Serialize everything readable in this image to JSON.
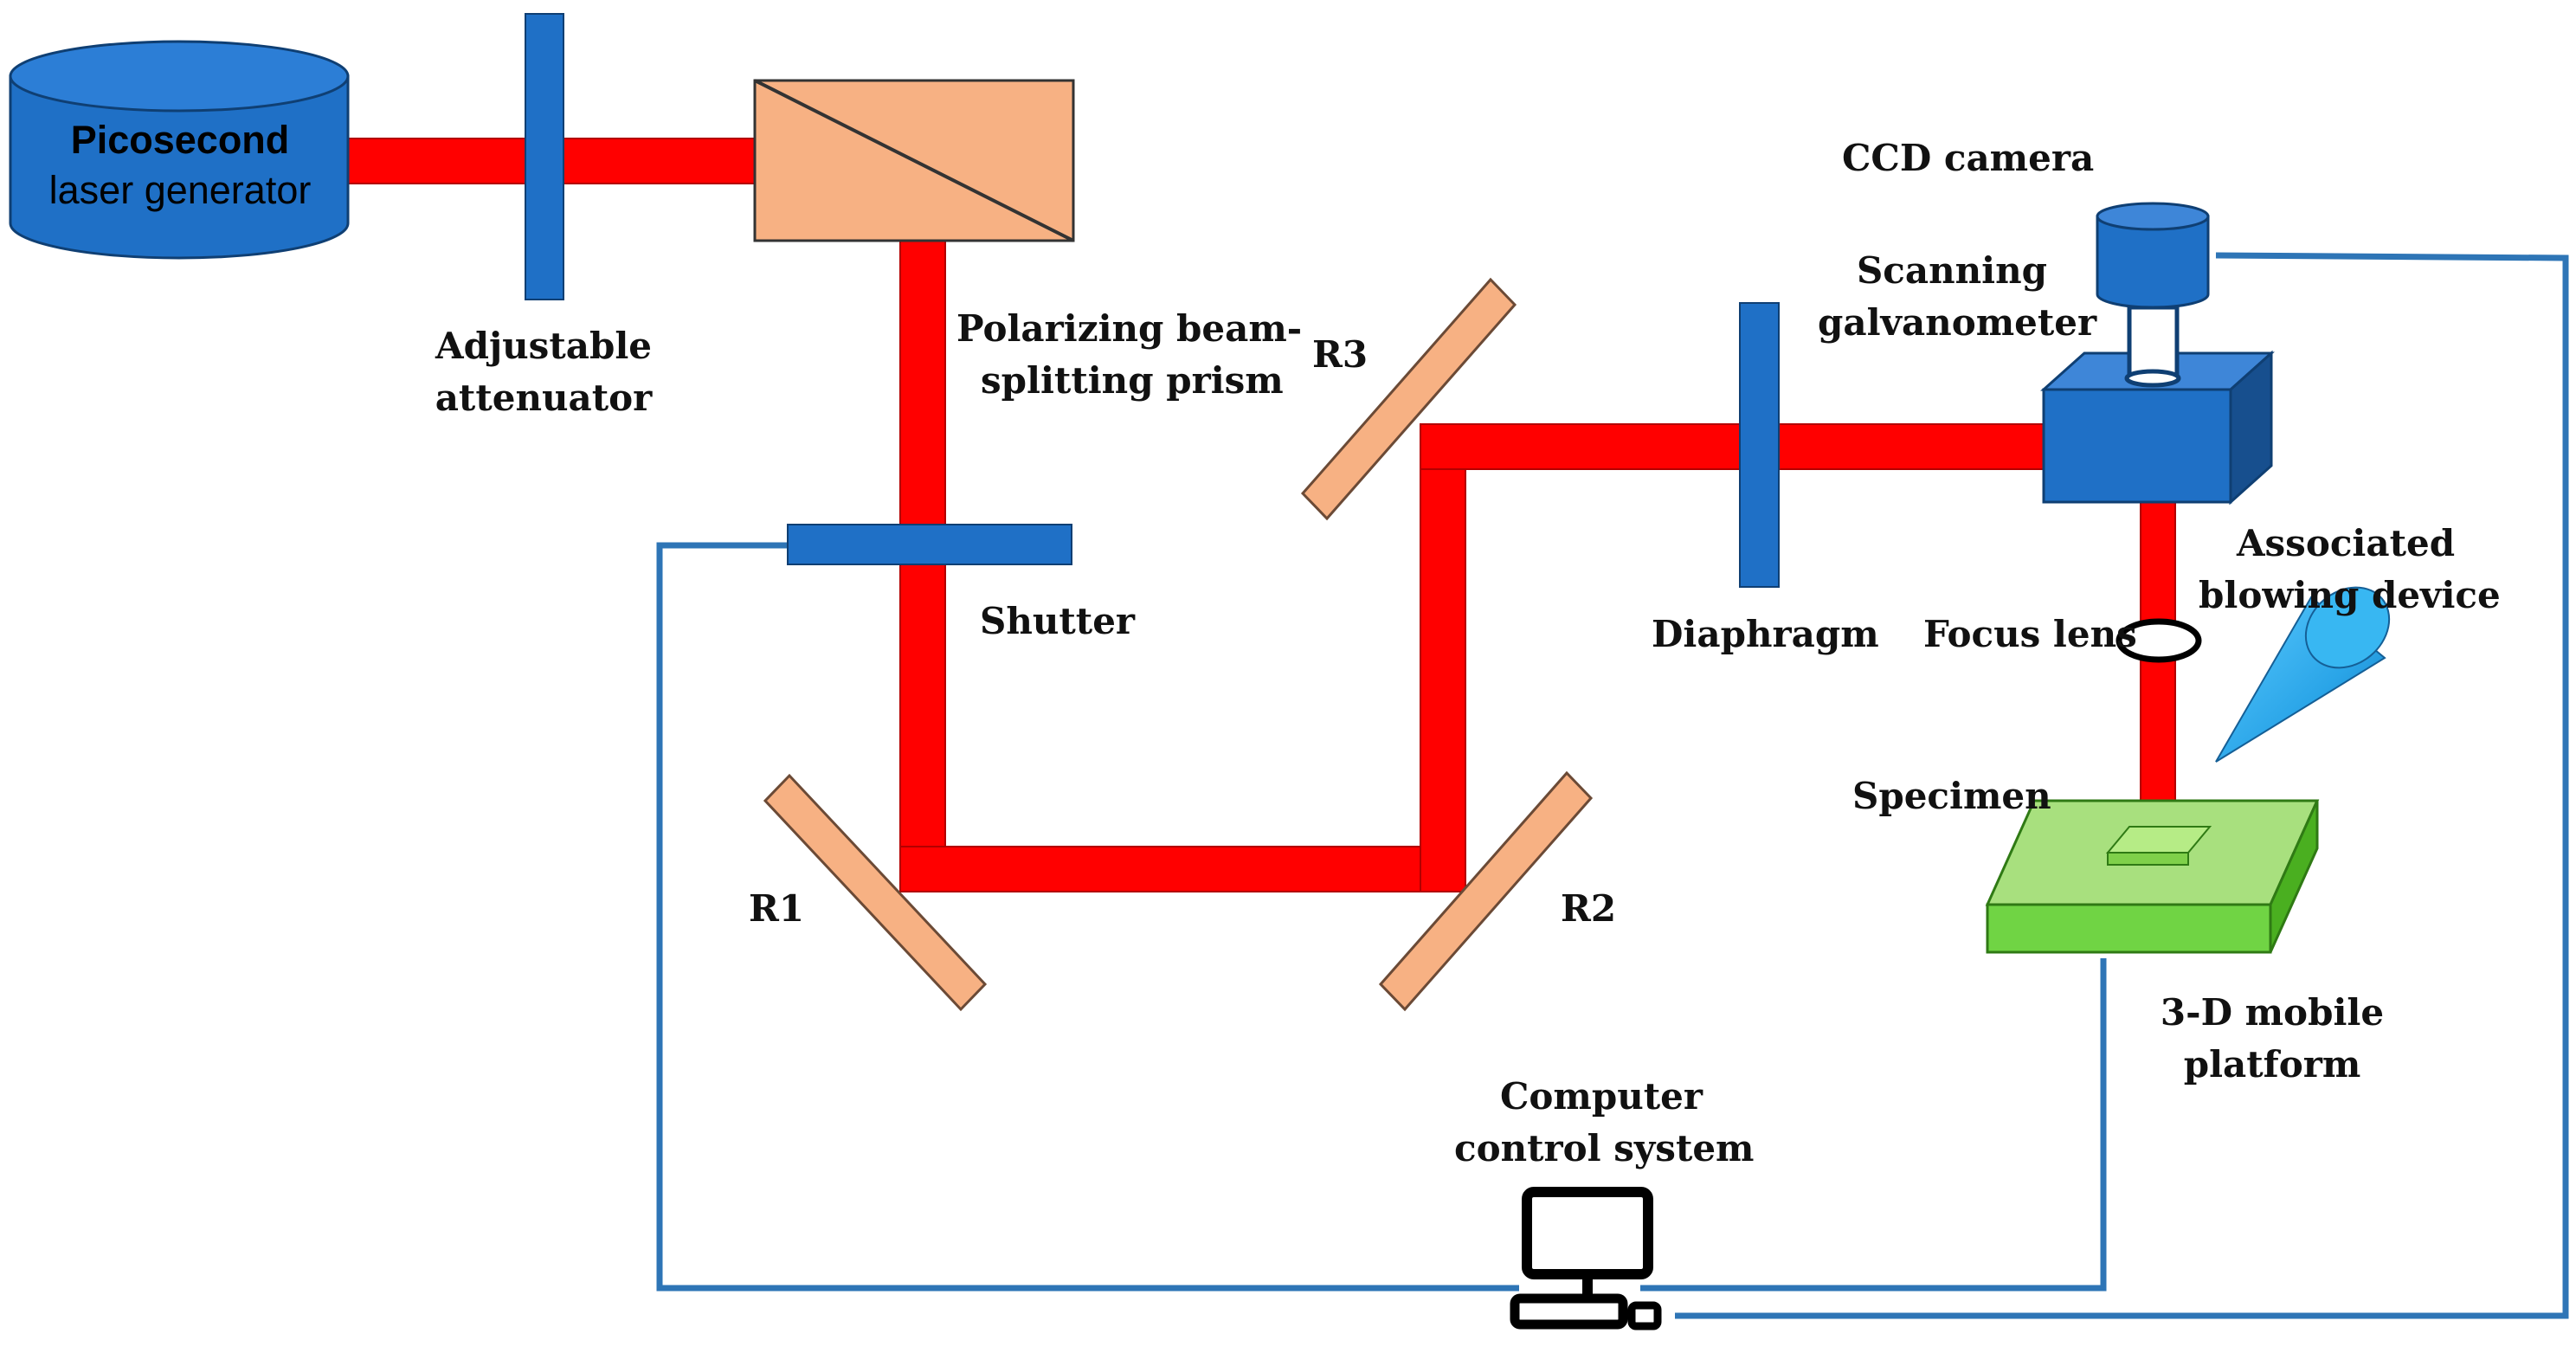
{
  "labels": {
    "laser_line1": "Picosecond",
    "laser_line2": "laser generator",
    "attenuator_line1": "Adjustable",
    "attenuator_line2": "attenuator",
    "prism_line1": "Polarizing beam-",
    "prism_line2": "splitting prism",
    "shutter": "Shutter",
    "r1": "R1",
    "r2": "R2",
    "r3": "R3",
    "diaphragm": "Diaphragm",
    "ccd_camera": "CCD camera",
    "galvanometer_line1": "Scanning",
    "galvanometer_line2": "galvanometer",
    "focus_lens": "Focus lens",
    "blowing_line1": "Associated",
    "blowing_line2": "blowing device",
    "specimen": "Specimen",
    "platform_line1": "3-D mobile",
    "platform_line2": "platform",
    "computer_line1": "Computer",
    "computer_line2": "control system"
  },
  "colors": {
    "laser_beam": "#ff0000",
    "optic_blue": "#1f70c6",
    "mirror_fill": "#f7b183",
    "mirror_stroke": "#6b4a36",
    "control_wire": "#2e75b6",
    "platform_green": "#70d444",
    "specimen_green": "#92e05a",
    "blower_blue": "#2aa5e8"
  }
}
